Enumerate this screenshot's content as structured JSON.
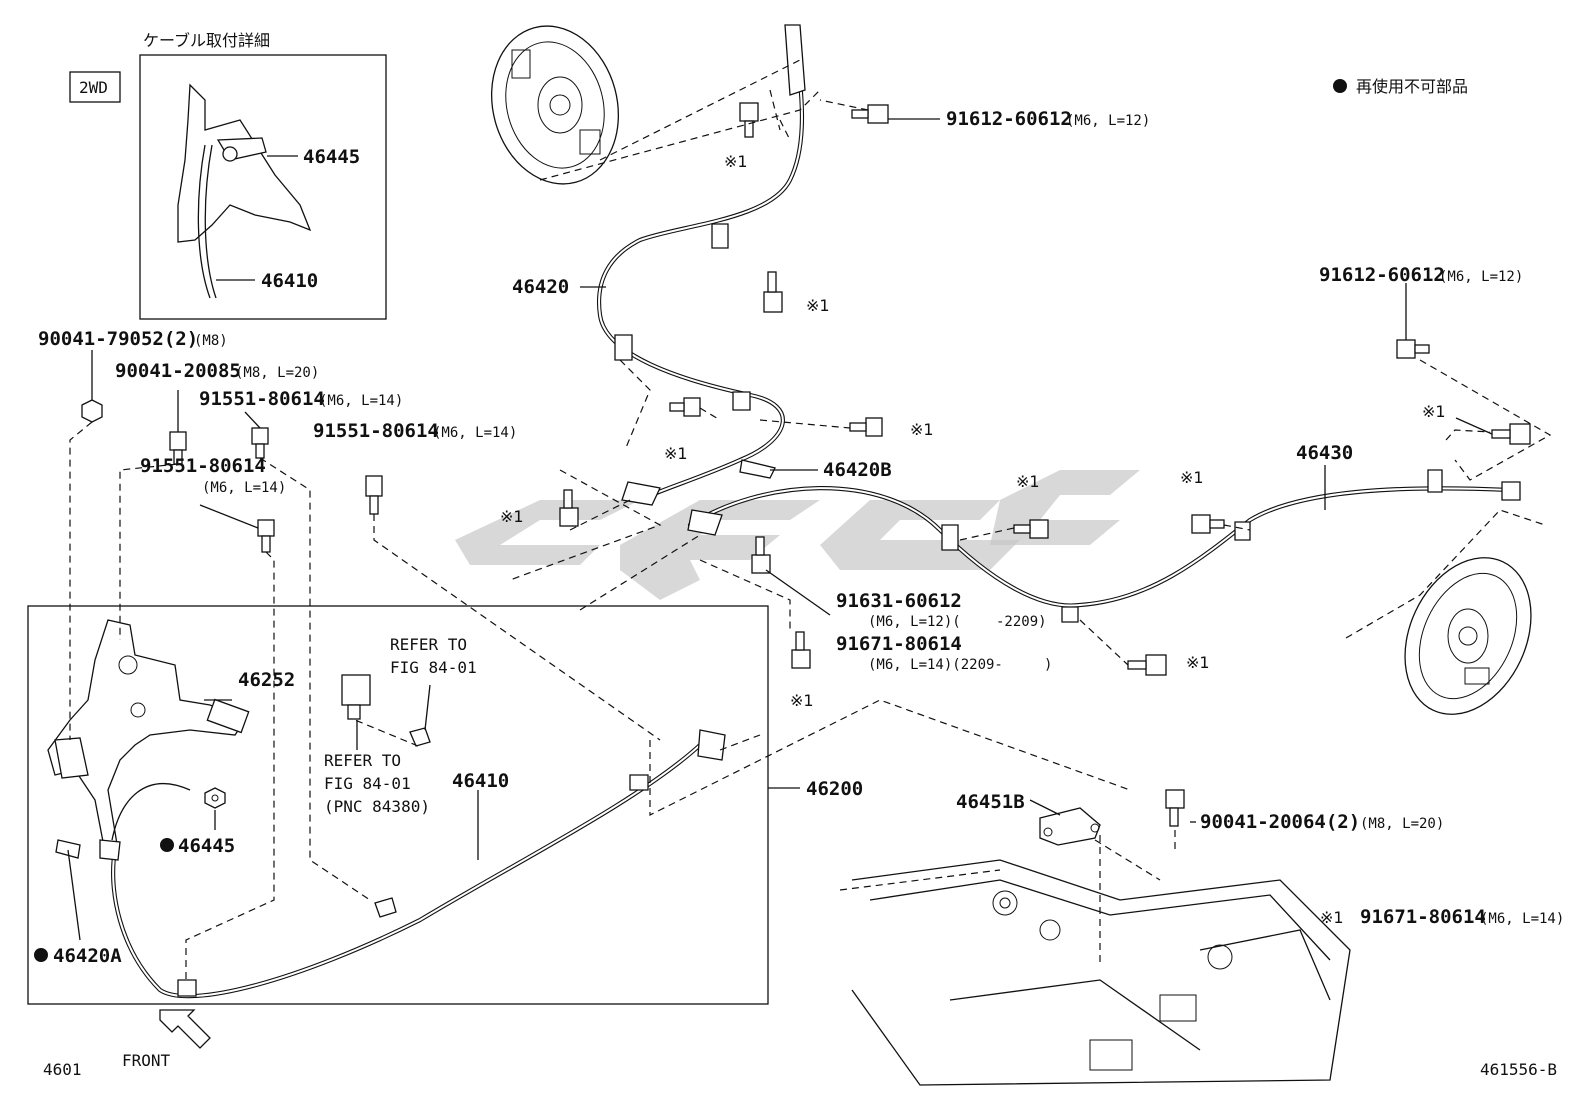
{
  "detail_box": {
    "title": "ケーブル取付詳細",
    "part_a": "46445",
    "part_b": "46410"
  },
  "variant_badge": "2WD",
  "legend": {
    "dot_label": "再使用不可部品"
  },
  "parts": {
    "p46420": "46420",
    "p46420B": "46420B",
    "p46430": "46430",
    "p46252": "46252",
    "p46445": "46445",
    "p46420A": "46420A",
    "p46410": "46410",
    "p46200": "46200",
    "p46451B": "46451B"
  },
  "fasteners": {
    "f1": {
      "no": "90041-79052(2)",
      "spec": "(M8)"
    },
    "f2": {
      "no": "90041-20085",
      "spec": "(M8, L=20)"
    },
    "f3": {
      "no": "91551-80614",
      "spec": "(M6, L=14)"
    },
    "f4": {
      "no": "91551-80614",
      "spec": "(M6, L=14)"
    },
    "f5": {
      "no": "91551-80614",
      "spec": "(M6, L=14)"
    },
    "f6": {
      "no": "91612-60612",
      "spec": "(M6, L=12)"
    },
    "f7": {
      "no": "91612-60612",
      "spec": "(M6, L=12)"
    },
    "f8": {
      "no": "91631-60612",
      "spec": "(M6, L=12)(",
      "range": "-2209)"
    },
    "f9": {
      "no": "91671-80614",
      "spec": "(M6, L=14)(2209-",
      "range": ")"
    },
    "f10": {
      "no": "90041-20064(2)",
      "spec": "(M8, L=20)"
    }
  },
  "footnote": {
    "mark": "※1",
    "no": "91671-80614",
    "spec": "(M6, L=14)"
  },
  "note_mark": "※1",
  "refer": {
    "r1_line1": "REFER TO",
    "r1_line2": "FIG 84-01",
    "r2_line1": "REFER TO",
    "r2_line2": "FIG 84-01",
    "r2_line3": "(PNC 84380)"
  },
  "front_label": "FRONT",
  "fig_code": "4601",
  "drawing_code": "461556-B"
}
